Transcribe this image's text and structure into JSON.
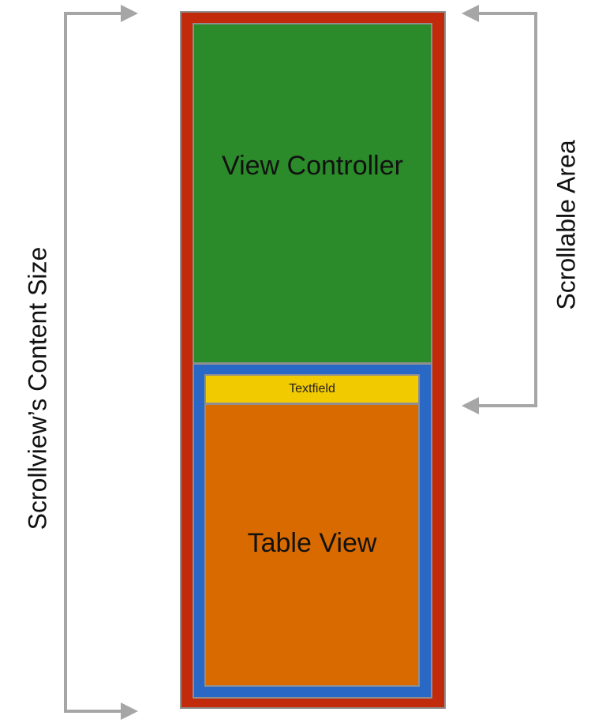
{
  "labels": {
    "view_controller": "View Controller",
    "textfield": "Textfield",
    "table_view": "Table View",
    "content_size": "Scrollview’s Content Size",
    "scrollable_area": "Scrollable Area"
  },
  "colors": {
    "outer": "#c22a0c",
    "view_controller": "#2b8a29",
    "container": "#2a68c6",
    "textfield": "#f2ca00",
    "table_view": "#d96a00",
    "bracket": "#a6a6a6"
  }
}
